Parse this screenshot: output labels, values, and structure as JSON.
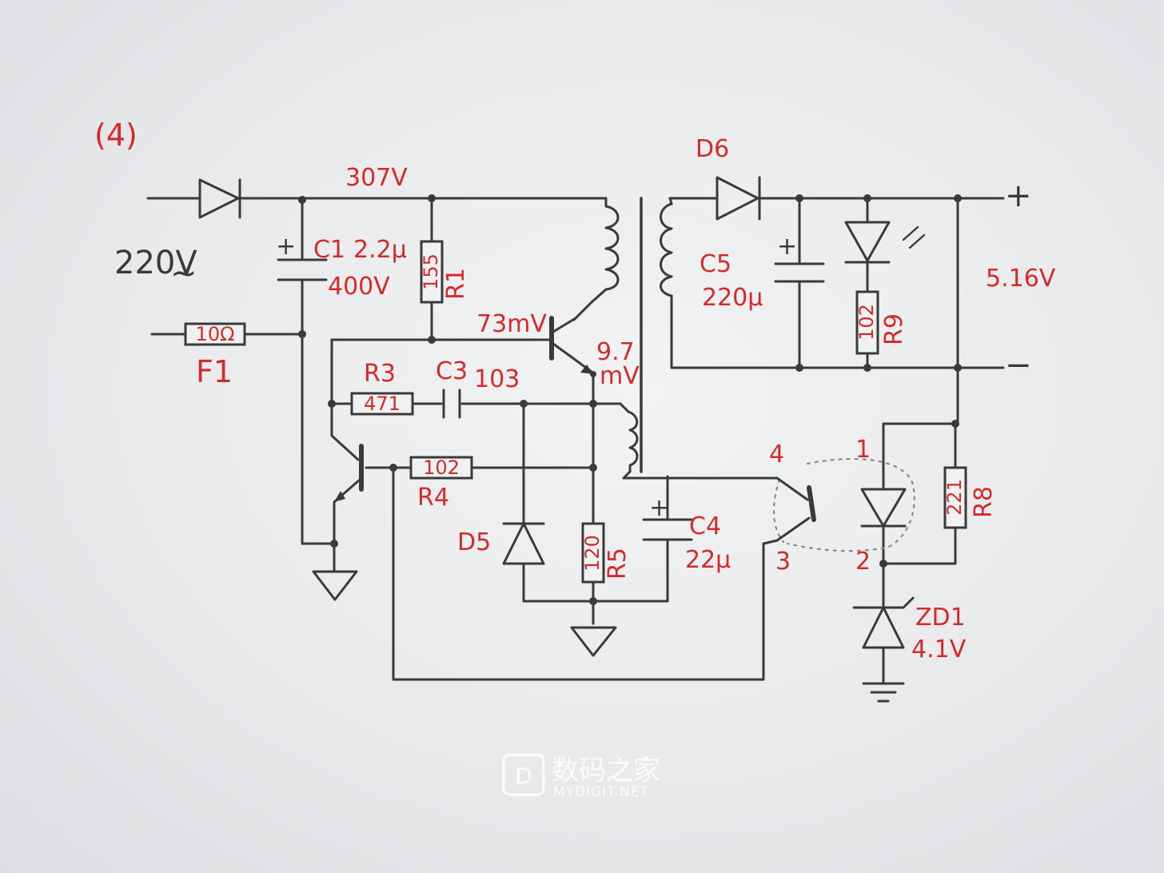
{
  "figure_id": "(4)",
  "input": {
    "voltage": "220V",
    "ac_symbol": "~"
  },
  "nodes": {
    "rectified_voltage": "307V",
    "base_voltage": "73mV",
    "emitter_voltage_top": "9.7",
    "emitter_voltage_unit": "mV",
    "output_voltage": "5.16V",
    "output_plus": "+",
    "output_minus": "−"
  },
  "components": {
    "F1": {
      "label": "F1",
      "value": "10Ω"
    },
    "C1": {
      "label": "C1",
      "value": "2.2μ",
      "rating": "400V",
      "polarity": "+"
    },
    "R1": {
      "label": "R1",
      "value": "155"
    },
    "R3": {
      "label": "R3",
      "value": "471"
    },
    "C3": {
      "label": "C3",
      "value": "103"
    },
    "R4": {
      "label": "R4",
      "value": "102"
    },
    "D5": {
      "label": "D5"
    },
    "R5": {
      "label": "R5",
      "value": "120"
    },
    "C4": {
      "label": "C4",
      "value": "22μ",
      "polarity": "+"
    },
    "D6": {
      "label": "D6"
    },
    "C5": {
      "label": "C5",
      "value": "220μ",
      "polarity": "+"
    },
    "R9": {
      "label": "R9",
      "value": "102"
    },
    "R8": {
      "label": "R8",
      "value": "221"
    },
    "ZD1": {
      "label": "ZD1",
      "value": "4.1V"
    },
    "optocoupler_pins": [
      "1",
      "2",
      "3",
      "4"
    ]
  },
  "watermark": {
    "logo_glyph": "D",
    "name_cn": "数码之家",
    "name_en": "MYDIGIT.NET"
  },
  "colors": {
    "ink": "#3a3a3c",
    "annotation_red": "#d42a2a",
    "paper": "#ebecee"
  }
}
